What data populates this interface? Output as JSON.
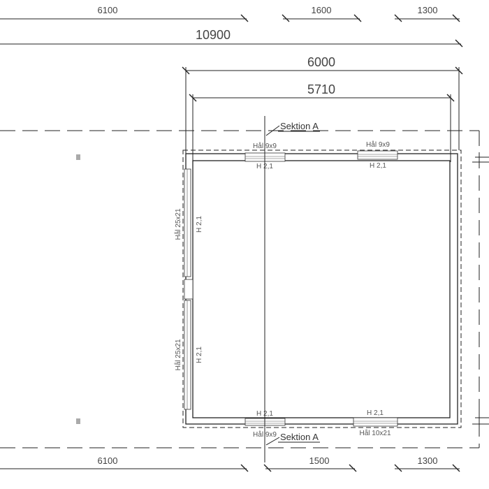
{
  "dimensions": {
    "top_row": [
      "6100",
      "1600",
      "1300"
    ],
    "total_top": "10900",
    "width_outer": "6000",
    "width_inner": "5710",
    "bottom_row": [
      "6100",
      "1500",
      "1300"
    ]
  },
  "section": {
    "label_top": "Sektion A",
    "label_bottom": "Sektion A"
  },
  "openings": {
    "top_left_hole": "Hål 9x9",
    "top_left_height": "H 2,1",
    "top_right_hole": "Hål 9x9",
    "top_right_height": "H 2,1",
    "left_upper_hole": "Hål 25x21",
    "left_upper_height": "H 2,1",
    "left_lower_hole": "Hål 25x21",
    "left_lower_height": "H 2,1",
    "bottom_left_height": "H 2,1",
    "bottom_left_hole": "Hål 9x9",
    "bottom_right_height": "H 2,1",
    "bottom_right_hole": "Hål 10x21"
  }
}
